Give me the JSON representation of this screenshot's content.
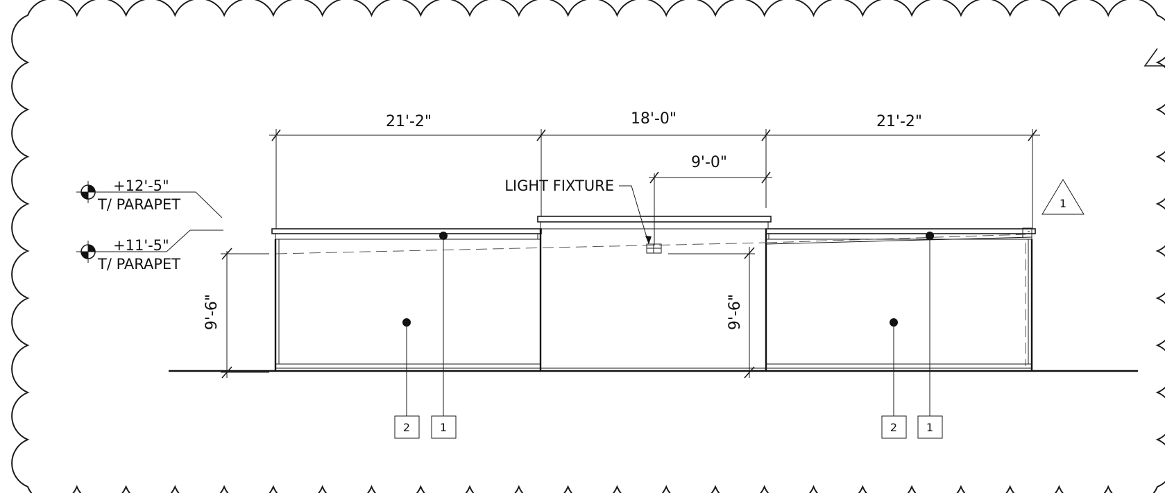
{
  "dimensions": {
    "left_bay_width": "21'-2\"",
    "center_bay_width": "18'-0\"",
    "right_bay_width": "21'-2\"",
    "half_center_width": "9'-0\"",
    "left_wall_height": "9'-6\"",
    "center_wall_height": "9'-6\""
  },
  "levels": [
    {
      "elevation": "+12'-5\"",
      "name": "T/ PARAPET"
    },
    {
      "elevation": "+11'-5\"",
      "name": "T/ PARAPET"
    }
  ],
  "notes": {
    "light_fixture": "LIGHT FIXTURE"
  },
  "revision_tag": "1",
  "keynotes": {
    "left": [
      "2",
      "1"
    ],
    "right": [
      "2",
      "1"
    ]
  }
}
